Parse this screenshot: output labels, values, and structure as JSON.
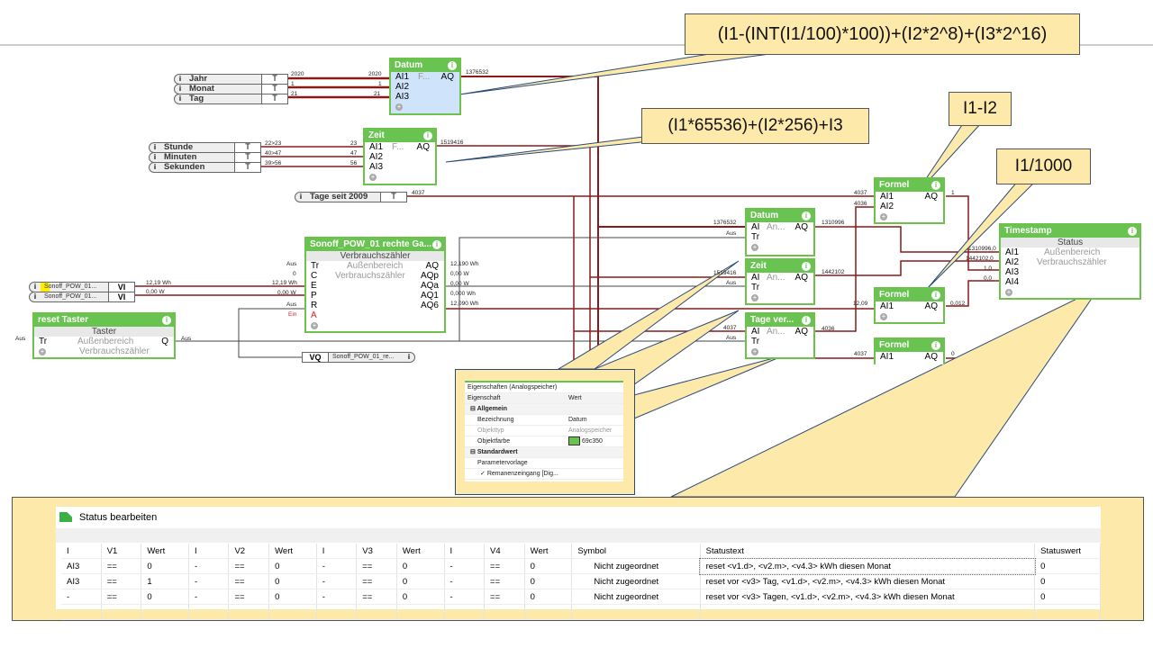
{
  "callouts": {
    "datum_formula": "(I1-(INT(I1/100)*100))+(I2*2^8)+(I3*2^16)",
    "zeit_formula": "(I1*65536)+(I2*256)+I3",
    "diff_formula": "I1-I2",
    "div_formula": "I1/1000"
  },
  "inputs": {
    "jahr": {
      "name": "Jahr",
      "type": "T",
      "value": "2020"
    },
    "monat": {
      "name": "Monat",
      "type": "T",
      "value": "1"
    },
    "tag": {
      "name": "Tag",
      "type": "T",
      "value": "21"
    },
    "stunde": {
      "name": "Stunde",
      "type": "T",
      "value": "22>23"
    },
    "minuten": {
      "name": "Minuten",
      "type": "T",
      "value": "40>47"
    },
    "sekunden": {
      "name": "Sekunden",
      "type": "T",
      "value": "39>56"
    },
    "tage": {
      "name": "Tage seit 2009",
      "type": "T",
      "value": "4037"
    },
    "sonoff1": {
      "name": "Sonoff_POW_01...",
      "type": "VI",
      "value": "12,19 Wh"
    },
    "sonoff2": {
      "name": "Sonoff_POW_01...",
      "type": "VI",
      "value": "0,00 W"
    },
    "vq": {
      "type": "VQ",
      "name": "Sonoff_POW_01_re..."
    },
    "info_icon": "i"
  },
  "blocks": {
    "datum_formel": {
      "title": "Datum",
      "ports": [
        "AI1",
        "AI2",
        "AI3"
      ],
      "mid": "F...",
      "out": "AQ",
      "in_vals": [
        "2020",
        "1",
        "21"
      ],
      "out_val": "1376532"
    },
    "zeit_formel": {
      "title": "Zeit",
      "ports": [
        "AI1",
        "AI2",
        "AI3"
      ],
      "mid": "F...",
      "out": "AQ",
      "in_vals": [
        "23",
        "47",
        "56"
      ],
      "out_val": "1519416"
    },
    "sonoff": {
      "title": "Sonoff_POW_01 rechte Ga...",
      "type": "Verbrauchszähler",
      "ports": [
        "Tr",
        "C",
        "E",
        "P",
        "R",
        "A"
      ],
      "outs": [
        "AQ",
        "AQp",
        "AQa",
        "AQ1",
        "AQ6"
      ],
      "mid1": "Außenbereich",
      "mid2": "Verbrauchszähler",
      "in_vals": [
        "Aus",
        "0",
        "12,19 Wh",
        "0,00 W",
        "Aus",
        "Ein"
      ],
      "out_vals": [
        "12,190 Wh",
        "0,00 W",
        "0,00 W",
        "0,000 Wh",
        "12,090 Wh"
      ]
    },
    "reset": {
      "title": "reset Taster",
      "type": "Taster",
      "port": "Tr",
      "out": "Q",
      "mid1": "Außenbereich",
      "mid2": "Verbrauchszähler",
      "in_val": "Aus",
      "out_val": "Aus"
    },
    "datum_speicher": {
      "title": "Datum",
      "ports": [
        "AI",
        "Tr"
      ],
      "mid": "An...",
      "out": "AQ",
      "in_vals": [
        "1376532",
        "Aus"
      ],
      "out_val": "1310996"
    },
    "zeit_speicher": {
      "title": "Zeit",
      "ports": [
        "AI",
        "Tr"
      ],
      "mid": "An...",
      "out": "AQ",
      "in_vals": [
        "1519416",
        "Aus"
      ],
      "out_val": "1442102"
    },
    "tage_speicher": {
      "title": "Tage ver...",
      "ports": [
        "AI",
        "Tr"
      ],
      "mid": "An...",
      "out": "AQ",
      "in_vals": [
        "4037",
        "Aus"
      ],
      "out_val": "4036"
    },
    "formel1": {
      "title": "Formel",
      "ports": [
        "AI1",
        "AI2"
      ],
      "out": "AQ",
      "in_vals": [
        "4037",
        "4036"
      ],
      "out_val": "1"
    },
    "formel2": {
      "title": "Formel",
      "ports": [
        "AI1"
      ],
      "out": "AQ",
      "in_vals": [
        "12,09"
      ],
      "out_val": "0,012"
    },
    "formel3": {
      "title": "Formel",
      "ports": [
        "AI1"
      ],
      "out": "AQ",
      "in_vals": [
        "4037"
      ],
      "out_val": "0"
    },
    "timestamp": {
      "title": "Timestamp",
      "type": "Status",
      "ports": [
        "AI1",
        "AI2",
        "AI3",
        "AI4"
      ],
      "mid1": "Außenbereich",
      "mid2": "Verbrauchszähler",
      "in_vals": [
        "1310996,0",
        "1442102,0",
        "1,0",
        "0,0"
      ]
    }
  },
  "properties": {
    "title": "Eigenschaften (Analogspeicher)",
    "col_property": "Eigenschaft",
    "col_value": "Wert",
    "group1": "Allgemein",
    "rows1": [
      {
        "k": "Bezeichnung",
        "v": "Datum"
      },
      {
        "k": "Objekttyp",
        "v": "Analogspeicher"
      },
      {
        "k": "Objektfarbe",
        "v": "69c350"
      }
    ],
    "group2": "Standardwert",
    "rows2": [
      {
        "k": "Parametervorlage",
        "v": ""
      },
      {
        "k": "Remanenzeingang [Dig...",
        "v": ""
      }
    ],
    "color": "#69c350",
    "expander": "⊟",
    "check": "✓"
  },
  "status_dialog": {
    "title": "Status bearbeiten",
    "headers": [
      "I",
      "V1",
      "Wert",
      "I",
      "V2",
      "Wert",
      "I",
      "V3",
      "Wert",
      "I",
      "V4",
      "Wert",
      "Symbol",
      "Statustext",
      "Statuswert"
    ],
    "rows": [
      [
        "AI3",
        "==",
        "0",
        "-",
        "==",
        "0",
        "-",
        "==",
        "0",
        "-",
        "==",
        "0",
        "Nicht zugeordnet",
        "reset <v1.d>, <v2.m>, <v4.3> kWh diesen Monat",
        "0"
      ],
      [
        "AI3",
        "==",
        "1",
        "-",
        "==",
        "0",
        "-",
        "==",
        "0",
        "-",
        "==",
        "0",
        "Nicht zugeordnet",
        "reset vor <v3> Tag, <v1.d>, <v2.m>, <v4.3> kWh diesen Monat",
        "0"
      ],
      [
        "-",
        "==",
        "0",
        "-",
        "==",
        "0",
        "-",
        "==",
        "0",
        "-",
        "==",
        "0",
        "Nicht zugeordnet",
        "reset vor <v3> Tagen, <v1.d>, <v2.m>, <v4.3> kWh diesen Monat",
        "0"
      ]
    ]
  },
  "colors": {
    "block_green": "#69c350",
    "wire_red": "#8b1a1a",
    "callout_fill": "#fde9a9",
    "selected_block": "#cfe4fb"
  }
}
